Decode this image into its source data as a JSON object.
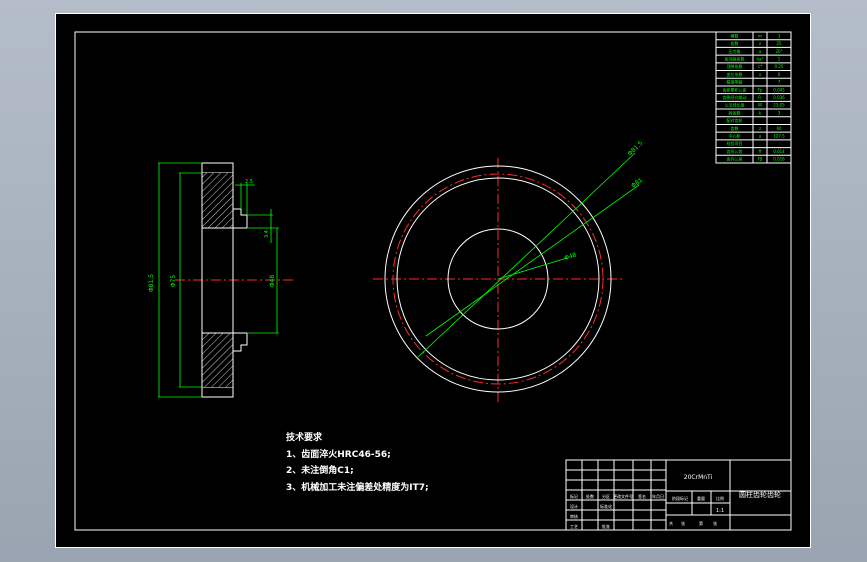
{
  "colors": {
    "background": "#000000",
    "outline": "#ffffff",
    "dimension": "#00ff00",
    "centerline": "#ff2a2a",
    "window_frame": "#a7b0bc"
  },
  "side_view": {
    "dim_outer_diameter": "Φ81.5",
    "dim_inner_diameter": "Φ75",
    "dim_bore": "Φ48",
    "dim_small_1": "2.5",
    "dim_small_2": "3.4"
  },
  "front_view": {
    "radius_label_1": "Φ81.5",
    "radius_label_2": "Φ81",
    "radius_label_3": "Φ48"
  },
  "tech_requirements": {
    "title": "技术要求",
    "items": [
      "1、齿面淬火HRC46-56;",
      "2、未注倒角C1;",
      "3、机械加工未注偏差处精度为IT7;"
    ]
  },
  "title_block": {
    "material": "20CrMnTi",
    "part_name": "圆柱齿轮齿轮",
    "scale": "1:1",
    "row_labels": [
      "标记",
      "处数",
      "分区",
      "更改文件号",
      "签名",
      "年月日"
    ],
    "bottom_labels": [
      "设计",
      "标准化",
      "阶段标记",
      "重量",
      "比例",
      "审核",
      "工艺",
      "批准",
      "共",
      "张",
      "第",
      "张"
    ]
  },
  "param_table": {
    "rows": [
      [
        "模数",
        "m",
        "3"
      ],
      [
        "齿数",
        "z",
        "25"
      ],
      [
        "压力角",
        "α",
        "20°"
      ],
      [
        "齿顶高系数",
        "ha*",
        "1"
      ],
      [
        "顶隙系数",
        "c*",
        "0.25"
      ],
      [
        "变位系数",
        "x",
        "0"
      ],
      [
        "精度等级",
        "",
        "7"
      ],
      [
        "齿距累积公差",
        "Fp",
        "0.045"
      ],
      [
        "齿圈径向跳动",
        "Fr",
        "0.036"
      ],
      [
        "公法线长度",
        "W",
        "23.05"
      ],
      [
        "跨齿数",
        "k",
        "3"
      ],
      [
        "配对齿轮",
        "",
        ""
      ],
      [
        "齿数",
        "z",
        "60"
      ],
      [
        "中心距",
        "a",
        "127.5"
      ],
      [
        "检验项目",
        "",
        ""
      ],
      [
        "齿形公差",
        "ff",
        "0.014"
      ],
      [
        "齿向公差",
        "Fβ",
        "0.016"
      ]
    ]
  }
}
